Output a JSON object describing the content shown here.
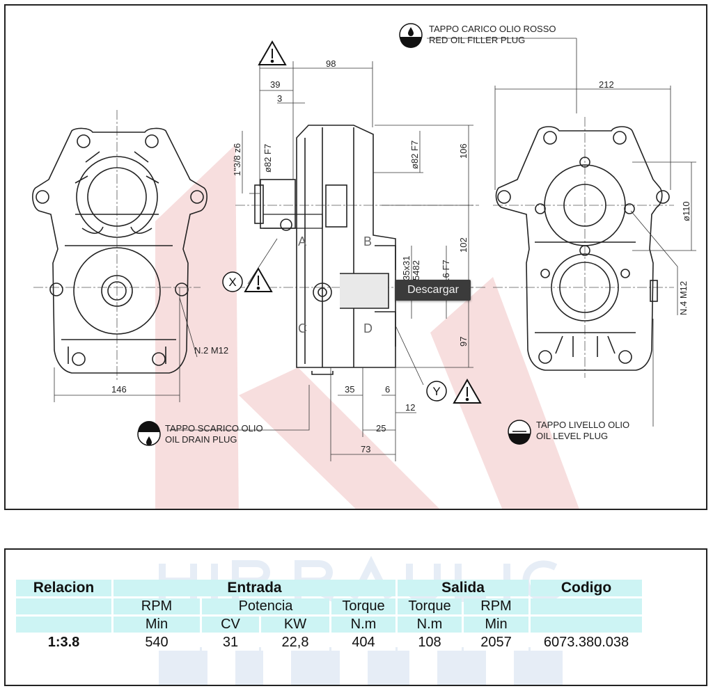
{
  "drawing": {
    "warning_icon": "warning-triangle-icon",
    "notes": {
      "filler_plug_it": "TAPPO CARICO OLIO ROSSO",
      "filler_plug_en": "RED OIL FILLER PLUG",
      "drain_plug_it": "TAPPO SCARICO OLIO",
      "drain_plug_en": "OIL DRAIN PLUG",
      "level_plug_it": "TAPPO LIVELLO OLIO",
      "level_plug_en": "OIL LEVEL PLUG",
      "n2_m12": "N.2 M12",
      "n4_m12": "N.4 M12"
    },
    "dims": {
      "d98": "98",
      "d39": "39",
      "d3": "3",
      "d212": "212",
      "d106": "106",
      "d102": "102",
      "d97": "97",
      "d146": "146",
      "d35": "35",
      "d6": "6",
      "d12": "12",
      "d25": "25",
      "d73": "73",
      "thread": "1\"3/8 z6",
      "dia82_in": "ø82 F7",
      "dia82_out": "ø82 F7",
      "dia110": "ø110",
      "spline1": "35x31",
      "spline2": "5482",
      "fit": ".6 F7"
    },
    "letters": {
      "a": "A",
      "b": "B",
      "c": "C",
      "d": "D",
      "x": "X",
      "y": "Y"
    },
    "tooltip": "Descargar"
  },
  "table": {
    "headers": {
      "relacion": "Relacion",
      "entrada": "Entrada",
      "salida": "Salida",
      "codigo": "Codigo"
    },
    "subheaders": [
      "RPM",
      "Potencia",
      "Torque",
      "Torque",
      "RPM"
    ],
    "units": [
      "Min",
      "CV",
      "KW",
      "N.m",
      "N.m",
      "Min"
    ],
    "row": {
      "ratio": "1:3.8",
      "rpm_in": "540",
      "cv": "31",
      "kw": "22,8",
      "torque_in": "404",
      "torque_out": "108",
      "rpm_out": "2057",
      "code": "6073.380.038"
    }
  },
  "colors": {
    "watermark_red": "#f6d9d9",
    "watermark_blue": "#e6edf6",
    "table_cell": "#cdf4f4",
    "tooltip_bg": "#3b3b3b"
  }
}
